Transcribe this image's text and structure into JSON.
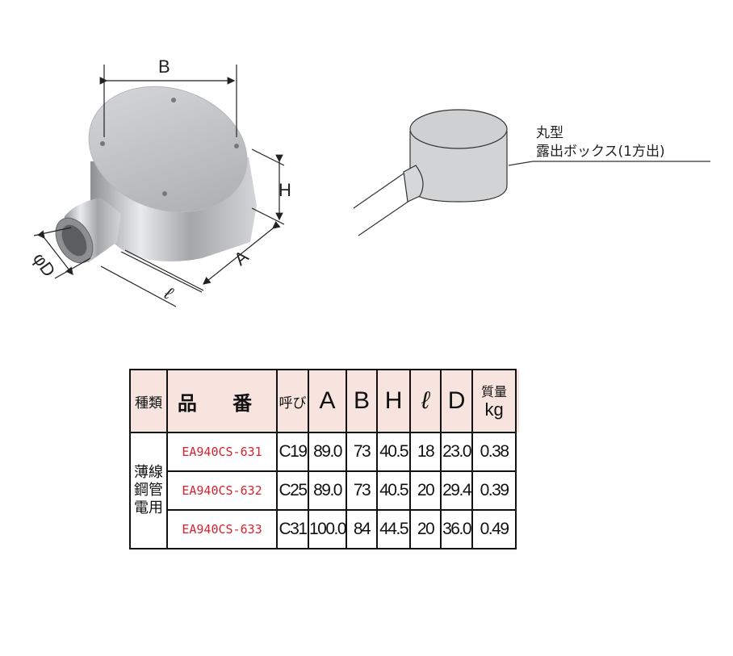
{
  "dimension_labels": {
    "B": "B",
    "H": "H",
    "D": "φD",
    "A": "A",
    "l": "ℓ"
  },
  "illustration_caption": {
    "line1": "丸型",
    "line2": "露出ボックス(1方出)"
  },
  "table": {
    "headers": {
      "type": "種類",
      "part_no": "品 番",
      "size": "呼び",
      "A": "A",
      "B": "B",
      "H": "H",
      "l": "ℓ",
      "D": "D",
      "mass_line1": "質量",
      "mass_line2": "kg"
    },
    "type_label": [
      "薄線",
      "鋼管",
      "電用"
    ],
    "rows": [
      {
        "part_no": "EA940CS-631",
        "size": "C19",
        "A": "89.0",
        "B": "73",
        "H": "40.5",
        "l": "18",
        "D": "23.0",
        "mass": "0.38"
      },
      {
        "part_no": "EA940CS-632",
        "size": "C25",
        "A": "89.0",
        "B": "73",
        "H": "40.5",
        "l": "20",
        "D": "29.4",
        "mass": "0.39"
      },
      {
        "part_no": "EA940CS-633",
        "size": "C31",
        "A": "100.0",
        "B": "84",
        "H": "44.5",
        "l": "20",
        "D": "36.0",
        "mass": "0.49"
      }
    ]
  },
  "colors": {
    "part_no": "#d4232f",
    "header_bg": "#f7e4df"
  }
}
